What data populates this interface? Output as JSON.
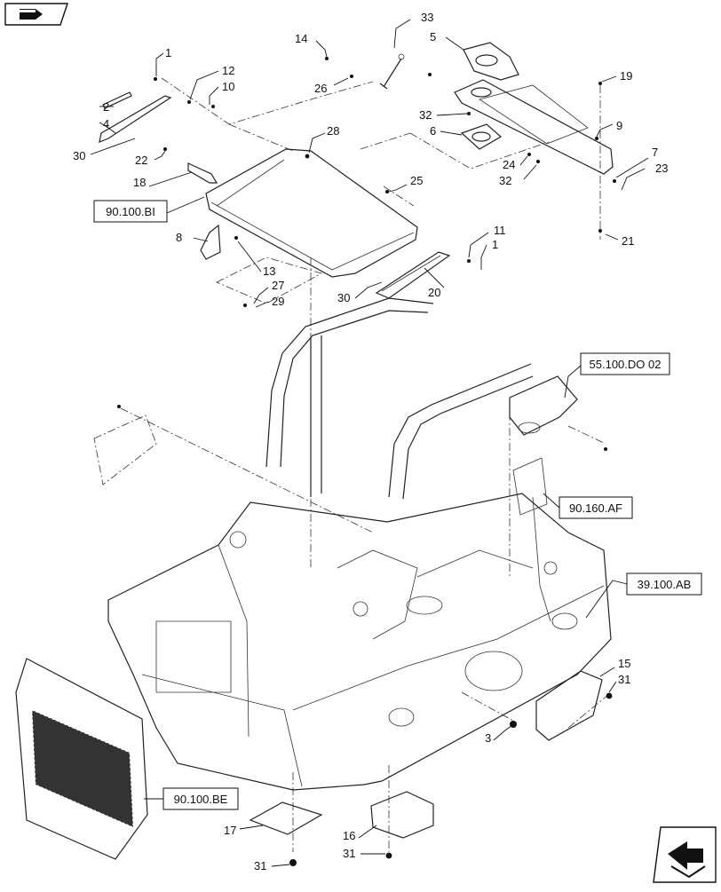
{
  "callouts": [
    "1",
    "2",
    "4",
    "30",
    "12",
    "10",
    "22",
    "18",
    "14",
    "26",
    "33",
    "5",
    "28",
    "32",
    "6",
    "19",
    "9",
    "24",
    "7",
    "23",
    "32",
    "25",
    "8",
    "13",
    "27",
    "29",
    "11",
    "1",
    "30",
    "20",
    "21",
    "3",
    "15",
    "31",
    "17",
    "31",
    "16",
    "31"
  ],
  "references": {
    "r_90_100_BI": "90.100.BI",
    "r_55_100_DO02": "55.100.DO 02",
    "r_90_160_AF": "90.160.AF",
    "r_39_100_AB": "39.100.AB",
    "r_90_100_BE": "90.100.BE"
  },
  "icons": {
    "top_left": "previous-page-icon",
    "bottom_right": "next-page-icon"
  }
}
